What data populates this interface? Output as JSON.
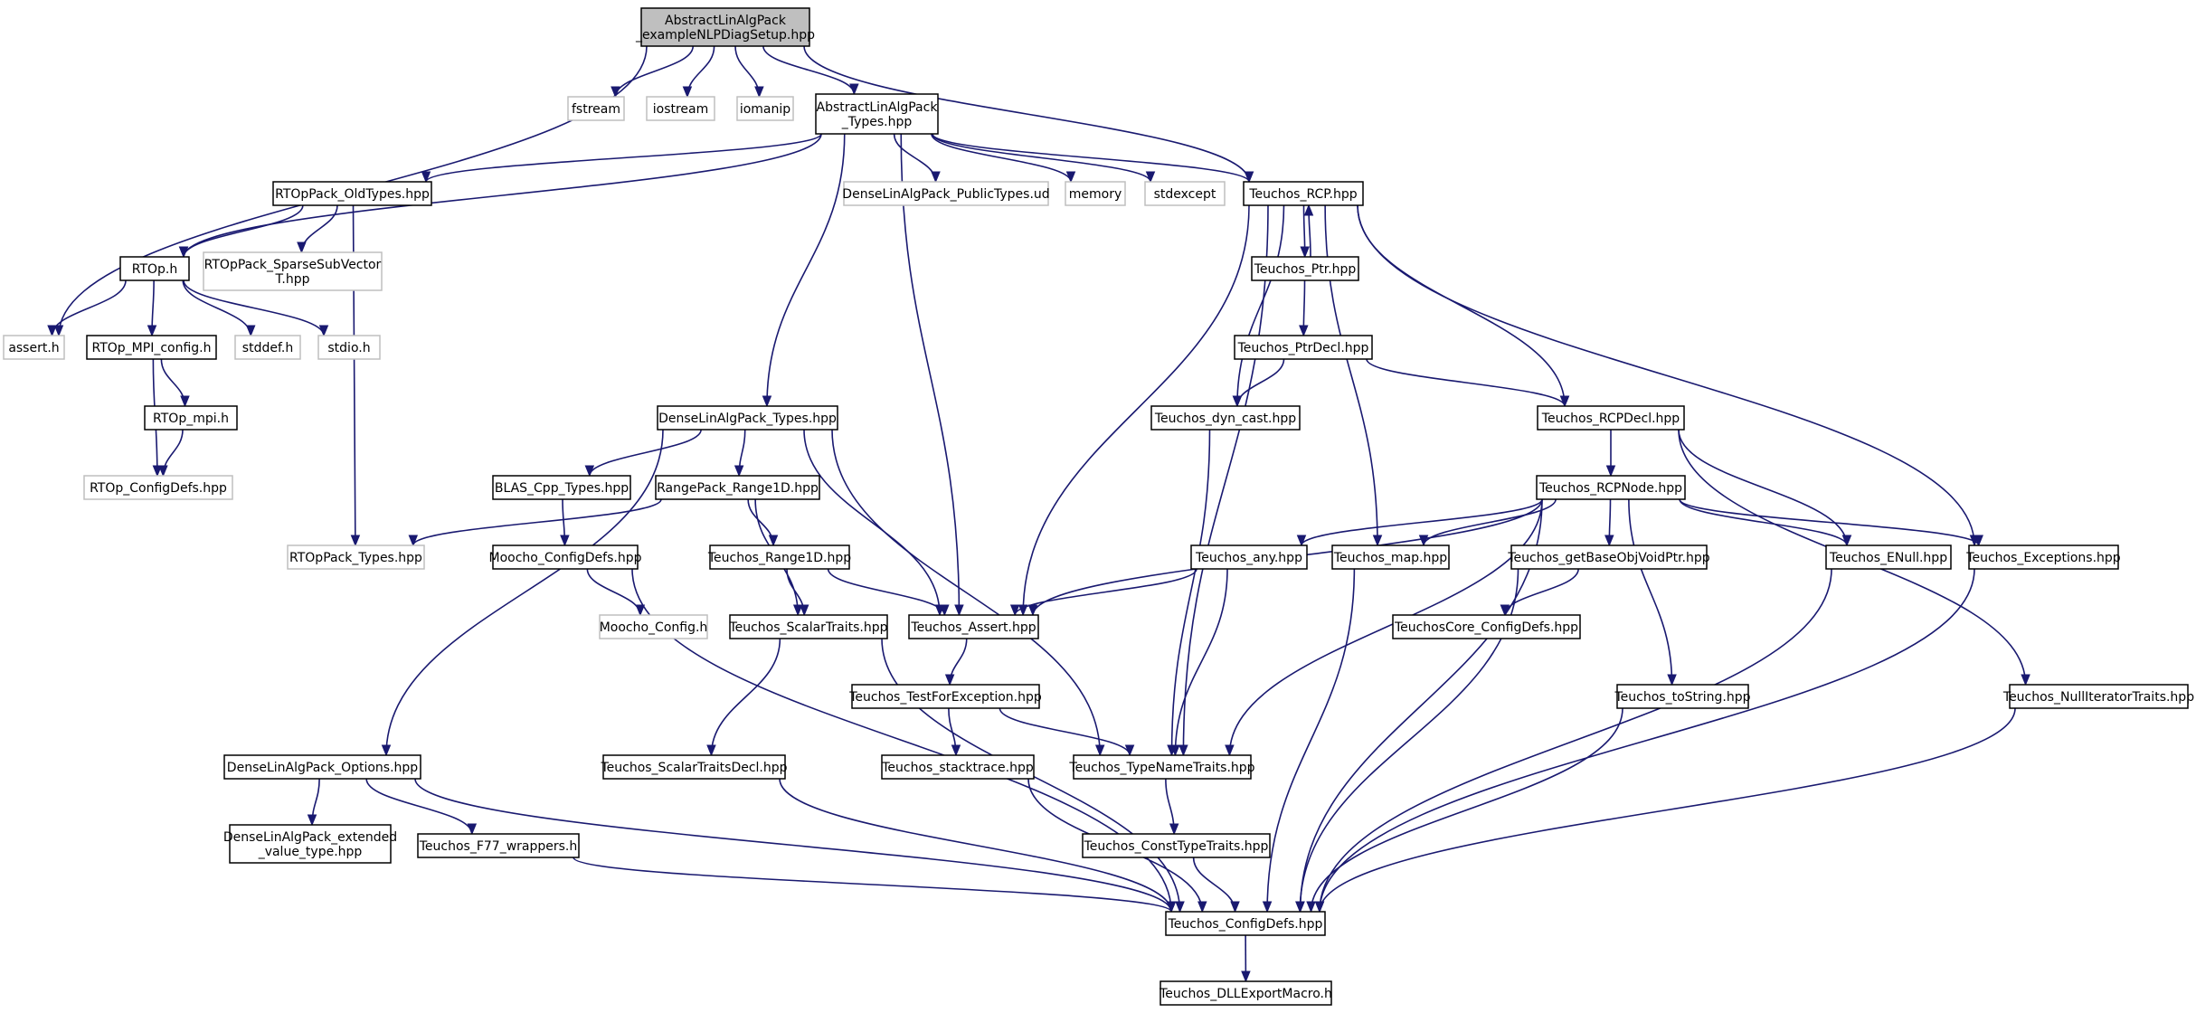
{
  "graph": {
    "colors": {
      "edge": "#191970",
      "main_fill": "#bfbfbf",
      "node_fill": "#ffffff",
      "node_border": "#000000",
      "external_border": "#bfbfbf"
    },
    "nodes": [
      {
        "id": "main",
        "lines": [
          "AbstractLinAlgPack",
          "_exampleNLPDiagSetup.hpp"
        ],
        "kind": "main"
      },
      {
        "id": "fstream",
        "lines": [
          "fstream"
        ],
        "kind": "ext"
      },
      {
        "id": "iostream",
        "lines": [
          "iostream"
        ],
        "kind": "ext"
      },
      {
        "id": "iomanip",
        "lines": [
          "iomanip"
        ],
        "kind": "ext"
      },
      {
        "id": "alapTypes",
        "lines": [
          "AbstractLinAlgPack",
          "_Types.hpp"
        ],
        "kind": "normal"
      },
      {
        "id": "teuchosRCP",
        "lines": [
          "Teuchos_RCP.hpp"
        ],
        "kind": "normal"
      },
      {
        "id": "rtopOld",
        "lines": [
          "RTOpPack_OldTypes.hpp"
        ],
        "kind": "normal"
      },
      {
        "id": "denseUd",
        "lines": [
          "DenseLinAlgPack_PublicTypes.ud"
        ],
        "kind": "ext"
      },
      {
        "id": "memory",
        "lines": [
          "memory"
        ],
        "kind": "ext"
      },
      {
        "id": "stdexcept",
        "lines": [
          "stdexcept"
        ],
        "kind": "ext"
      },
      {
        "id": "rtoph",
        "lines": [
          "RTOp.h"
        ],
        "kind": "normal"
      },
      {
        "id": "sparseSub",
        "lines": [
          "RTOpPack_SparseSubVector",
          "T.hpp"
        ],
        "kind": "ext"
      },
      {
        "id": "teuchosPtr",
        "lines": [
          "Teuchos_Ptr.hpp"
        ],
        "kind": "normal"
      },
      {
        "id": "asserth",
        "lines": [
          "assert.h"
        ],
        "kind": "ext"
      },
      {
        "id": "mpiConfig",
        "lines": [
          "RTOp_MPI_config.h"
        ],
        "kind": "normal"
      },
      {
        "id": "stddef",
        "lines": [
          "stddef.h"
        ],
        "kind": "ext"
      },
      {
        "id": "stdio",
        "lines": [
          "stdio.h"
        ],
        "kind": "ext"
      },
      {
        "id": "ptrDecl",
        "lines": [
          "Teuchos_PtrDecl.hpp"
        ],
        "kind": "normal"
      },
      {
        "id": "denseTypes",
        "lines": [
          "DenseLinAlgPack_Types.hpp"
        ],
        "kind": "normal"
      },
      {
        "id": "rtopMpi",
        "lines": [
          "RTOp_mpi.h"
        ],
        "kind": "normal"
      },
      {
        "id": "dynCast",
        "lines": [
          "Teuchos_dyn_cast.hpp"
        ],
        "kind": "normal"
      },
      {
        "id": "rcpDecl",
        "lines": [
          "Teuchos_RCPDecl.hpp"
        ],
        "kind": "normal"
      },
      {
        "id": "rtopConfigDefs",
        "lines": [
          "RTOp_ConfigDefs.hpp"
        ],
        "kind": "ext"
      },
      {
        "id": "blasCpp",
        "lines": [
          "BLAS_Cpp_Types.hpp"
        ],
        "kind": "normal"
      },
      {
        "id": "range1dPack",
        "lines": [
          "RangePack_Range1D.hpp"
        ],
        "kind": "normal"
      },
      {
        "id": "rcpNode",
        "lines": [
          "Teuchos_RCPNode.hpp"
        ],
        "kind": "normal"
      },
      {
        "id": "rtopPackTypes",
        "lines": [
          "RTOpPack_Types.hpp"
        ],
        "kind": "ext"
      },
      {
        "id": "moochoConfigDefs",
        "lines": [
          "Moocho_ConfigDefs.hpp"
        ],
        "kind": "normal"
      },
      {
        "id": "teuchosRange1D",
        "lines": [
          "Teuchos_Range1D.hpp"
        ],
        "kind": "normal"
      },
      {
        "id": "teuchosAny",
        "lines": [
          "Teuchos_any.hpp"
        ],
        "kind": "normal"
      },
      {
        "id": "teuchosMap",
        "lines": [
          "Teuchos_map.hpp"
        ],
        "kind": "normal"
      },
      {
        "id": "getBaseObj",
        "lines": [
          "Teuchos_getBaseObjVoidPtr.hpp"
        ],
        "kind": "normal"
      },
      {
        "id": "enull",
        "lines": [
          "Teuchos_ENull.hpp"
        ],
        "kind": "normal"
      },
      {
        "id": "exceptions",
        "lines": [
          "Teuchos_Exceptions.hpp"
        ],
        "kind": "normal"
      },
      {
        "id": "moochoConfig",
        "lines": [
          "Moocho_Config.h"
        ],
        "kind": "ext"
      },
      {
        "id": "scalarTraits",
        "lines": [
          "Teuchos_ScalarTraits.hpp"
        ],
        "kind": "normal"
      },
      {
        "id": "teuchosAssert",
        "lines": [
          "Teuchos_Assert.hpp"
        ],
        "kind": "normal"
      },
      {
        "id": "coreConfigDefs",
        "lines": [
          "TeuchosCore_ConfigDefs.hpp"
        ],
        "kind": "normal"
      },
      {
        "id": "testForException",
        "lines": [
          "Teuchos_TestForException.hpp"
        ],
        "kind": "normal"
      },
      {
        "id": "toString",
        "lines": [
          "Teuchos_toString.hpp"
        ],
        "kind": "normal"
      },
      {
        "id": "nullIter",
        "lines": [
          "Teuchos_NullIteratorTraits.hpp"
        ],
        "kind": "normal"
      },
      {
        "id": "denseOptions",
        "lines": [
          "DenseLinAlgPack_Options.hpp"
        ],
        "kind": "normal"
      },
      {
        "id": "scalarTraitsDecl",
        "lines": [
          "Teuchos_ScalarTraitsDecl.hpp"
        ],
        "kind": "normal"
      },
      {
        "id": "stacktrace",
        "lines": [
          "Teuchos_stacktrace.hpp"
        ],
        "kind": "normal"
      },
      {
        "id": "typeNameTraits",
        "lines": [
          "Teuchos_TypeNameTraits.hpp"
        ],
        "kind": "normal"
      },
      {
        "id": "denseExtended",
        "lines": [
          "DenseLinAlgPack_extended",
          "_value_type.hpp"
        ],
        "kind": "normal"
      },
      {
        "id": "f77wrappers",
        "lines": [
          "Teuchos_F77_wrappers.h"
        ],
        "kind": "normal"
      },
      {
        "id": "constTypeTraits",
        "lines": [
          "Teuchos_ConstTypeTraits.hpp"
        ],
        "kind": "normal"
      },
      {
        "id": "teuchosConfigDefs",
        "lines": [
          "Teuchos_ConfigDefs.hpp"
        ],
        "kind": "normal"
      },
      {
        "id": "dllExport",
        "lines": [
          "Teuchos_DLLExportMacro.h"
        ],
        "kind": "normal"
      }
    ],
    "edges": [
      [
        "main",
        "asserth"
      ],
      [
        "main",
        "fstream"
      ],
      [
        "main",
        "iostream"
      ],
      [
        "main",
        "iomanip"
      ],
      [
        "main",
        "alapTypes"
      ],
      [
        "main",
        "teuchosRCP"
      ],
      [
        "alapTypes",
        "rtoph"
      ],
      [
        "alapTypes",
        "rtopOld"
      ],
      [
        "alapTypes",
        "denseTypes"
      ],
      [
        "alapTypes",
        "denseUd"
      ],
      [
        "alapTypes",
        "memory"
      ],
      [
        "alapTypes",
        "stdexcept"
      ],
      [
        "alapTypes",
        "teuchosRCP"
      ],
      [
        "alapTypes",
        "teuchosAssert"
      ],
      [
        "rtopOld",
        "rtoph"
      ],
      [
        "rtopOld",
        "sparseSub"
      ],
      [
        "rtopOld",
        "rtopPackTypes"
      ],
      [
        "rtoph",
        "asserth"
      ],
      [
        "rtoph",
        "mpiConfig"
      ],
      [
        "rtoph",
        "stddef"
      ],
      [
        "rtoph",
        "stdio"
      ],
      [
        "mpiConfig",
        "rtopMpi"
      ],
      [
        "mpiConfig",
        "rtopConfigDefs"
      ],
      [
        "rtopMpi",
        "rtopConfigDefs"
      ],
      [
        "teuchosRCP",
        "teuchosPtr"
      ],
      [
        "teuchosRCP",
        "dynCast"
      ],
      [
        "teuchosRCP",
        "teuchosMap"
      ],
      [
        "teuchosRCP",
        "rcpDecl"
      ],
      [
        "teuchosRCP",
        "exceptions"
      ],
      [
        "teuchosRCP",
        "teuchosAssert"
      ],
      [
        "teuchosRCP",
        "typeNameTraits"
      ],
      [
        "teuchosPtr",
        "teuchosRCP"
      ],
      [
        "teuchosPtr",
        "ptrDecl"
      ],
      [
        "ptrDecl",
        "dynCast"
      ],
      [
        "ptrDecl",
        "rcpDecl"
      ],
      [
        "dynCast",
        "typeNameTraits"
      ],
      [
        "rcpDecl",
        "rcpNode"
      ],
      [
        "rcpDecl",
        "enull"
      ],
      [
        "rcpDecl",
        "nullIter"
      ],
      [
        "rcpNode",
        "teuchosAssert"
      ],
      [
        "rcpNode",
        "teuchosAny"
      ],
      [
        "rcpNode",
        "teuchosMap"
      ],
      [
        "rcpNode",
        "getBaseObj"
      ],
      [
        "rcpNode",
        "enull"
      ],
      [
        "rcpNode",
        "exceptions"
      ],
      [
        "rcpNode",
        "toString"
      ],
      [
        "rcpNode",
        "typeNameTraits"
      ],
      [
        "rcpNode",
        "teuchosConfigDefs"
      ],
      [
        "denseTypes",
        "blasCpp"
      ],
      [
        "denseTypes",
        "range1dPack"
      ],
      [
        "denseTypes",
        "denseOptions"
      ],
      [
        "denseTypes",
        "teuchosAssert"
      ],
      [
        "denseTypes",
        "typeNameTraits"
      ],
      [
        "blasCpp",
        "moochoConfigDefs"
      ],
      [
        "range1dPack",
        "rtopPackTypes"
      ],
      [
        "range1dPack",
        "teuchosRange1D"
      ],
      [
        "range1dPack",
        "scalarTraits"
      ],
      [
        "teuchosRange1D",
        "scalarTraits"
      ],
      [
        "teuchosRange1D",
        "teuchosAssert"
      ],
      [
        "moochoConfigDefs",
        "moochoConfig"
      ],
      [
        "moochoConfigDefs",
        "teuchosConfigDefs"
      ],
      [
        "teuchosAny",
        "teuchosAssert"
      ],
      [
        "teuchosAny",
        "typeNameTraits"
      ],
      [
        "teuchosMap",
        "teuchosConfigDefs"
      ],
      [
        "getBaseObj",
        "coreConfigDefs"
      ],
      [
        "getBaseObj",
        "teuchosConfigDefs"
      ],
      [
        "enull",
        "teuchosConfigDefs"
      ],
      [
        "exceptions",
        "teuchosConfigDefs"
      ],
      [
        "scalarTraits",
        "scalarTraitsDecl"
      ],
      [
        "scalarTraits",
        "teuchosConfigDefs"
      ],
      [
        "teuchosAssert",
        "testForException"
      ],
      [
        "testForException",
        "stacktrace"
      ],
      [
        "testForException",
        "typeNameTraits"
      ],
      [
        "toString",
        "teuchosConfigDefs"
      ],
      [
        "nullIter",
        "teuchosConfigDefs"
      ],
      [
        "denseOptions",
        "denseExtended"
      ],
      [
        "denseOptions",
        "f77wrappers"
      ],
      [
        "denseOptions",
        "teuchosConfigDefs"
      ],
      [
        "scalarTraitsDecl",
        "teuchosConfigDefs"
      ],
      [
        "stacktrace",
        "teuchosConfigDefs"
      ],
      [
        "typeNameTraits",
        "constTypeTraits"
      ],
      [
        "constTypeTraits",
        "teuchosConfigDefs"
      ],
      [
        "f77wrappers",
        "teuchosConfigDefs"
      ],
      [
        "teuchosConfigDefs",
        "dllExport"
      ]
    ]
  }
}
